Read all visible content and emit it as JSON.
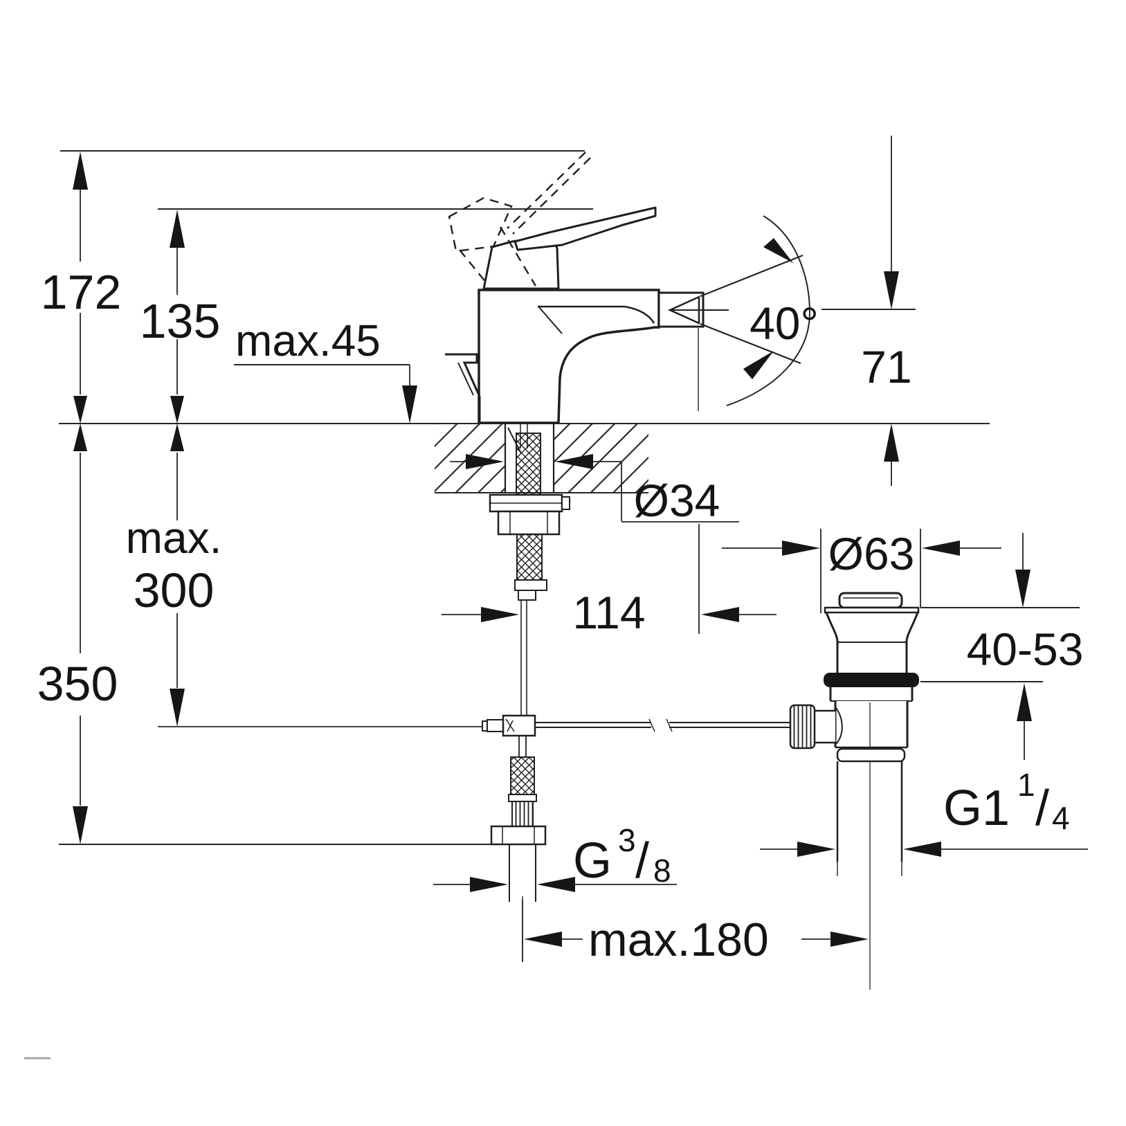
{
  "diagram": {
    "type": "technical-dimension-drawing",
    "subject": "Single-lever bidet mixer tap with pop-up waste set, side elevation with installation dimensions",
    "units": "mm",
    "background": "#ffffff",
    "line_color": "#1f1f1f",
    "labels": {
      "total_height": "172",
      "spout_height": "135",
      "deck_thickness_max": "max.45",
      "lever_angle": "40°",
      "outlet_height": "71",
      "tap_hole_diameter": "Ø34",
      "hose_reach_word": "max.",
      "hose_reach_value": "300",
      "supply_depth": "350",
      "centres_offset": "114",
      "waste_flange_diameter": "Ø63",
      "basin_clamp_range": "40-53",
      "waste_thread_base": "G1",
      "waste_thread_numerator": "1",
      "waste_thread_slash": "/",
      "waste_thread_denominator": "4",
      "supply_thread_base": "G",
      "supply_thread_numerator": "3",
      "supply_thread_slash": "/",
      "supply_thread_denominator": "8",
      "rod_projection_max": "max.180"
    }
  }
}
